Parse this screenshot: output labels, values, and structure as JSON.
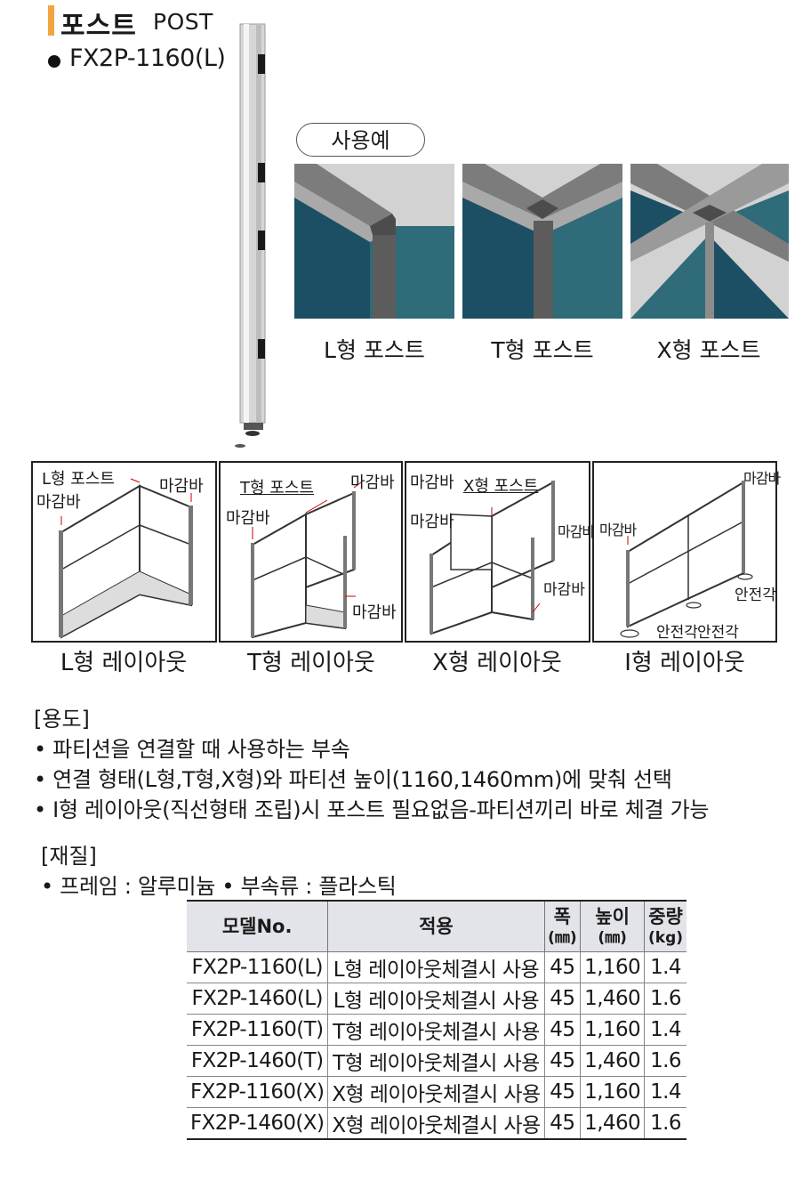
{
  "header": {
    "title_ko": "포스트",
    "title_en": "POST"
  },
  "model": "FX2P-1160(L)",
  "usage_example": {
    "pill": "사용예",
    "joints": [
      {
        "caption": "L형 포스트"
      },
      {
        "caption": "T형 포스트"
      },
      {
        "caption": "X형 포스트"
      }
    ]
  },
  "layouts": [
    {
      "caption": "L형 레이아웃",
      "labels": [
        "L형 포스트",
        "마감바",
        "마감바"
      ]
    },
    {
      "caption": "T형 레이아웃",
      "labels": [
        "T형 포스트",
        "마감바",
        "마감바",
        "마감바"
      ]
    },
    {
      "caption": "X형 레이아웃",
      "labels": [
        "마감바",
        "X형 포스트",
        "마감바",
        "마감바",
        "마감바"
      ]
    },
    {
      "caption": "I형 레이아웃",
      "labels": [
        "마감바",
        "마감바",
        "안전각",
        "안전각",
        "안전각"
      ]
    }
  ],
  "purpose": {
    "heading": "[용도]",
    "items": [
      "• 파티션을 연결할 때 사용하는 부속",
      "• 연결 형태(L형,T형,X형)와 파티션 높이(1160,1460mm)에 맞춰 선택",
      "• I형 레이아웃(직선형태 조립)시 포스트 필요없음-파티션끼리 바로 체결 가능"
    ]
  },
  "material": {
    "heading": "[재질]",
    "text": "• 프레임 : 알루미늄  •  부속류 : 플라스틱"
  },
  "table": {
    "headers": {
      "model": "모델No.",
      "use": "적용",
      "width": "폭",
      "width_unit": "(㎜)",
      "height": "높이",
      "height_unit": "(㎜)",
      "weight": "중량",
      "weight_unit": "(kg)"
    },
    "rows": [
      {
        "model": "FX2P-1160(L)",
        "use": "L형 레이아웃체결시 사용",
        "width": "45",
        "height": "1,160",
        "weight": "1.4"
      },
      {
        "model": "FX2P-1460(L)",
        "use": "L형 레이아웃체결시 사용",
        "width": "45",
        "height": "1,460",
        "weight": "1.6"
      },
      {
        "model": "FX2P-1160(T)",
        "use": "T형 레이아웃체결시 사용",
        "width": "45",
        "height": "1,160",
        "weight": "1.4"
      },
      {
        "model": "FX2P-1460(T)",
        "use": "T형 레이아웃체결시 사용",
        "width": "45",
        "height": "1,460",
        "weight": "1.6"
      },
      {
        "model": "FX2P-1160(X)",
        "use": "X형 레이아웃체결시 사용",
        "width": "45",
        "height": "1,160",
        "weight": "1.4"
      },
      {
        "model": "FX2P-1460(X)",
        "use": "X형 레이아웃체결시 사용",
        "width": "45",
        "height": "1,460",
        "weight": "1.6"
      }
    ]
  },
  "colors": {
    "accent": "#f0a640",
    "panel_dark": "#1c4f63",
    "panel_teal": "#2f6b78",
    "frame_gray": "#8a8a8a",
    "header_bg": "#e3e4ea"
  }
}
